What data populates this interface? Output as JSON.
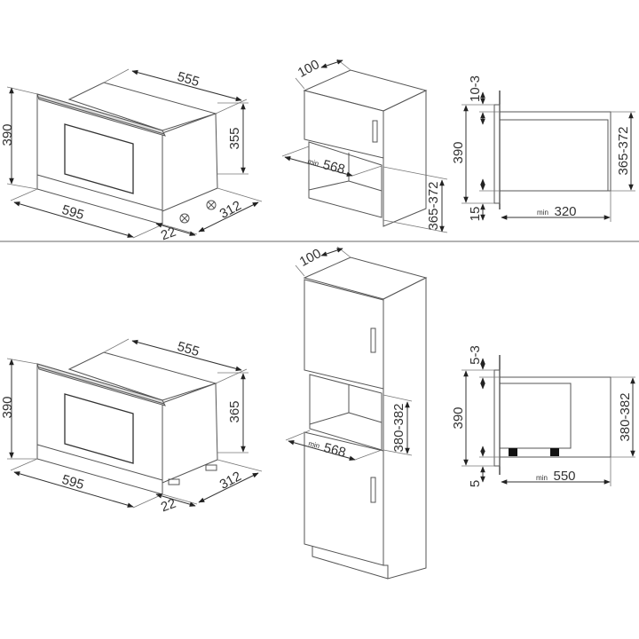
{
  "top_row": {
    "oven": {
      "depth": "555",
      "height": "390",
      "body_height": "355",
      "width": "595",
      "side_depth": "312",
      "door_offset": "22"
    },
    "cabinet": {
      "top_offset": "100",
      "niche_width_prefix": "min",
      "niche_width": "568",
      "niche_height": "365-372"
    },
    "side_view": {
      "top_gap": "10-3",
      "height": "390",
      "bottom_gap": "15",
      "niche_height": "365-372",
      "depth_prefix": "min",
      "depth": "320"
    }
  },
  "bottom_row": {
    "oven": {
      "depth": "555",
      "height": "390",
      "body_height": "365",
      "width": "595",
      "side_depth": "312",
      "door_offset": "22"
    },
    "cabinet": {
      "top_offset": "100",
      "niche_width_prefix": "min",
      "niche_width": "568",
      "niche_height": "380-382"
    },
    "side_view": {
      "top_gap": "5-3",
      "height": "390",
      "bottom_gap": "5",
      "niche_height": "380-382",
      "depth_prefix": "min",
      "depth": "550"
    }
  }
}
